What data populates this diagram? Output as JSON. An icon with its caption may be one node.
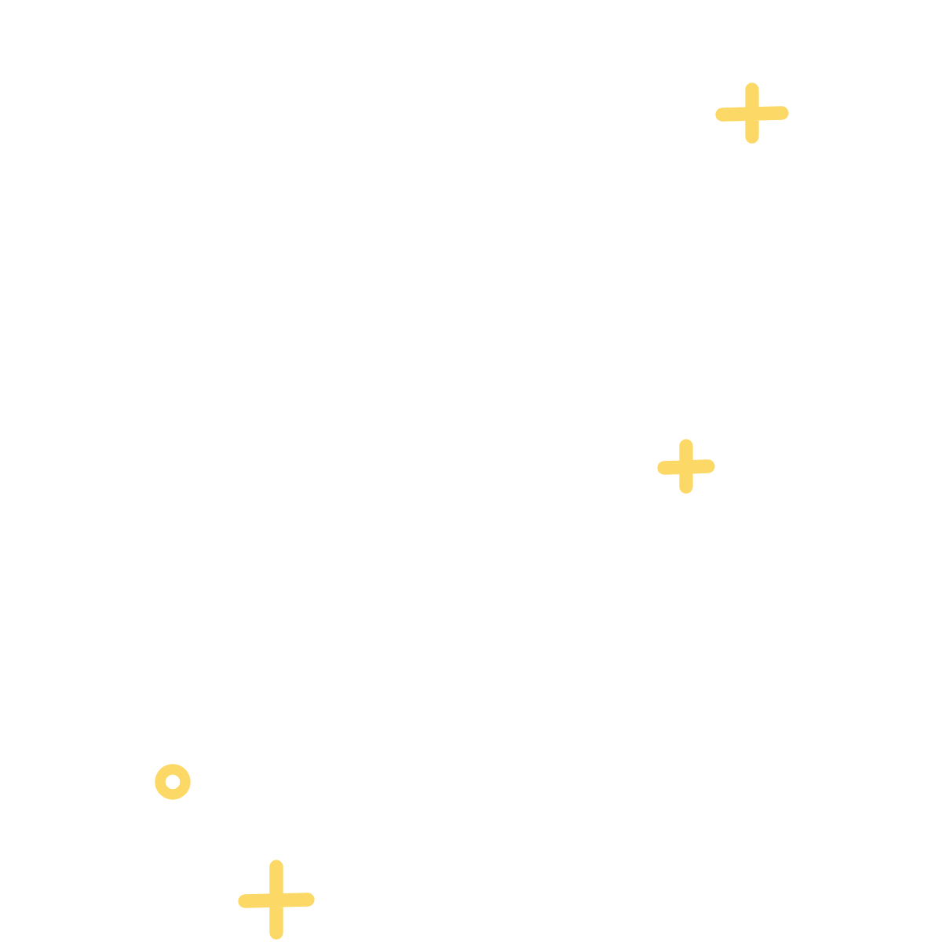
{
  "diagram": {
    "nodes": [
      {
        "text": [],
        "shape": "cross"
      },
      {
        "text": [],
        "shape": "cross"
      },
      {
        "text": [],
        "shape": "circle"
      },
      {
        "text": [],
        "shape": "cross"
      }
    ]
  }
}
